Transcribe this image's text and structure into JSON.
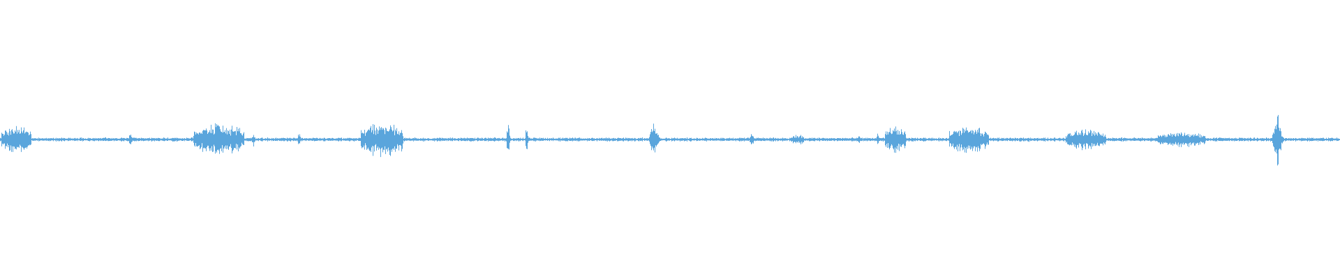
{
  "waveform": {
    "color": "#5aa5dc",
    "background": "#ffffff",
    "baseline_amplitude": 0.012,
    "bursts": [
      {
        "center": 0.012,
        "width": 0.022,
        "amplitude": 0.1,
        "kind": "cluster"
      },
      {
        "center": 0.097,
        "width": 0.004,
        "amplitude": 0.05,
        "kind": "spike"
      },
      {
        "center": 0.163,
        "width": 0.038,
        "amplitude": 0.12,
        "kind": "cluster"
      },
      {
        "center": 0.189,
        "width": 0.004,
        "amplitude": 0.05,
        "kind": "spike"
      },
      {
        "center": 0.223,
        "width": 0.004,
        "amplitude": 0.06,
        "kind": "spike"
      },
      {
        "center": 0.285,
        "width": 0.032,
        "amplitude": 0.13,
        "kind": "cluster"
      },
      {
        "center": 0.379,
        "width": 0.003,
        "amplitude": 0.22,
        "kind": "spike"
      },
      {
        "center": 0.393,
        "width": 0.003,
        "amplitude": 0.18,
        "kind": "spike"
      },
      {
        "center": 0.488,
        "width": 0.01,
        "amplitude": 0.17,
        "kind": "spike"
      },
      {
        "center": 0.561,
        "width": 0.006,
        "amplitude": 0.06,
        "kind": "spike"
      },
      {
        "center": 0.595,
        "width": 0.01,
        "amplitude": 0.04,
        "kind": "cluster"
      },
      {
        "center": 0.641,
        "width": 0.004,
        "amplitude": 0.03,
        "kind": "spike"
      },
      {
        "center": 0.655,
        "width": 0.003,
        "amplitude": 0.07,
        "kind": "spike"
      },
      {
        "center": 0.668,
        "width": 0.016,
        "amplitude": 0.1,
        "kind": "cluster"
      },
      {
        "center": 0.723,
        "width": 0.03,
        "amplitude": 0.1,
        "kind": "cluster"
      },
      {
        "center": 0.767,
        "width": 0.004,
        "amplitude": 0.03,
        "kind": "spike"
      },
      {
        "center": 0.81,
        "width": 0.03,
        "amplitude": 0.08,
        "kind": "cluster"
      },
      {
        "center": 0.882,
        "width": 0.036,
        "amplitude": 0.06,
        "kind": "cluster"
      },
      {
        "center": 0.953,
        "width": 0.01,
        "amplitude": 0.2,
        "kind": "spike"
      }
    ]
  }
}
